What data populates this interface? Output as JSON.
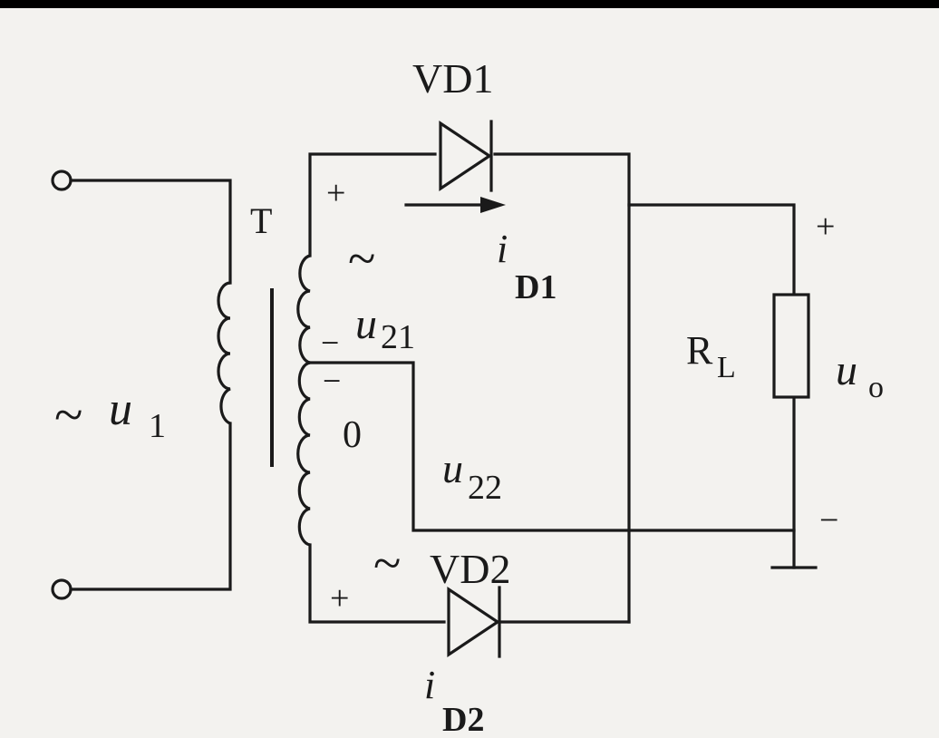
{
  "labels": {
    "transformer": "T",
    "vd1": "VD1",
    "vd2": "VD2",
    "rl_main": "R",
    "rl_sub": "L",
    "u1_main": "u",
    "u1_sub": "1",
    "u21_main": "u",
    "u21_sub": "21",
    "u22_main": "u",
    "u22_sub": "22",
    "uo_main": "u",
    "uo_sub": "o",
    "id1_main": "i",
    "id1_sub": "D1",
    "id2_main": "i",
    "id2_sub": "D2",
    "center_tap": "0",
    "tilde": "~",
    "plus": "+",
    "minus": "−"
  }
}
